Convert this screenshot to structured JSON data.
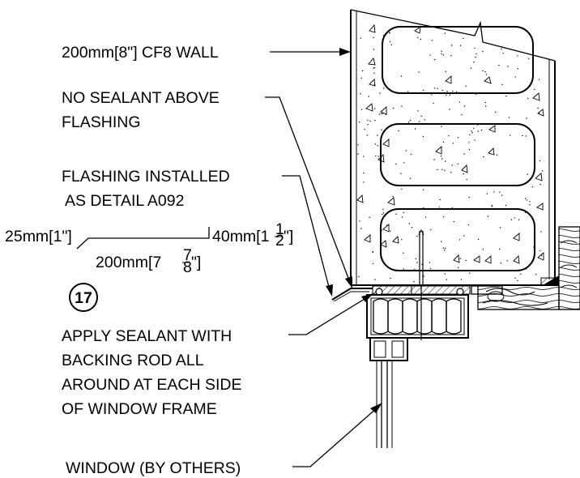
{
  "labels": {
    "wall": "200mm[8\"] CF8 WALL",
    "no_sealant_line1": "NO SEALANT ABOVE",
    "no_sealant_line2": "FLASHING",
    "flashing_line1": "FLASHING INSTALLED",
    "flashing_line2": "AS DETAIL A092",
    "dim_left": "25mm[1\"]",
    "dim_right_main": "40mm[1",
    "dim_right_num": "1",
    "dim_right_den": "2",
    "dim_right_end": "\"]",
    "dim_bottom_main": "200mm[7",
    "dim_bottom_num": "7",
    "dim_bottom_den": "8",
    "dim_bottom_end": "\"]",
    "item_number": "17",
    "sealant_line1": "APPLY SEALANT WITH",
    "sealant_line2": "BACKING ROD ALL",
    "sealant_line3": "AROUND AT EACH SIDE",
    "sealant_line4": "OF WINDOW FRAME",
    "window": "WINDOW (BY OTHERS)"
  }
}
